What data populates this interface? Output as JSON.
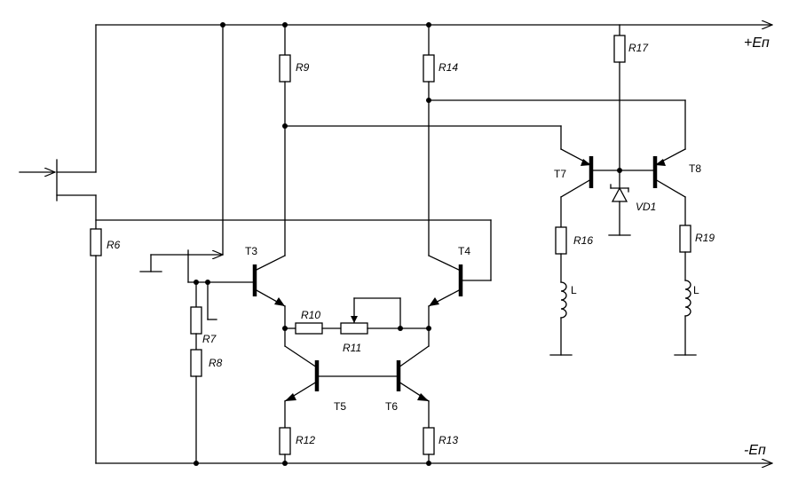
{
  "rails": {
    "positive": "+Eп",
    "negative": "-Eп"
  },
  "resistors": {
    "r6": "R6",
    "r7": "R7",
    "r8": "R8",
    "r9": "R9",
    "r10": "R10",
    "r11": "R11",
    "r12": "R12",
    "r13": "R13",
    "r14": "R14",
    "r16": "R16",
    "r17": "R17",
    "r19": "R19"
  },
  "transistors": {
    "t3": "T3",
    "t4": "T4",
    "t5": "T5",
    "t6": "T6",
    "t7": "T7",
    "t8": "T8"
  },
  "diodes": {
    "vd1": "VD1"
  },
  "inductors": {
    "l1": "L",
    "l2": "L"
  }
}
